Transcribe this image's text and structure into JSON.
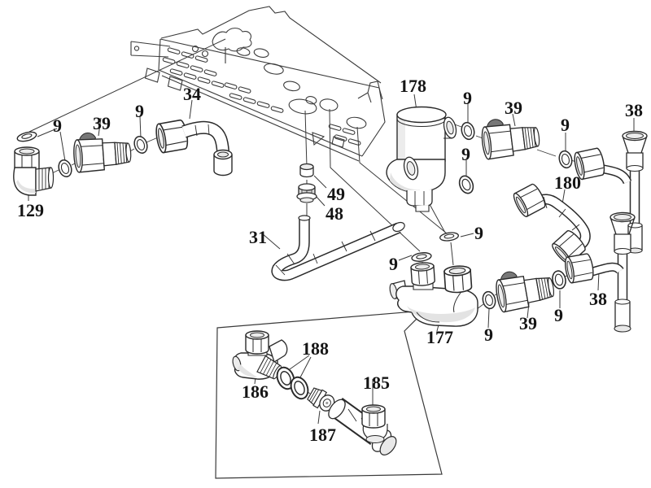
{
  "diagram": {
    "type": "exploded-parts-diagram",
    "colors": {
      "line": "#2a2a2a",
      "shade_light": "#ececec",
      "shade_mid": "#dcdcdc",
      "label": "#151515",
      "background": "#ffffff"
    },
    "labels": [
      {
        "id": "9a",
        "text": "9"
      },
      {
        "id": "39a",
        "text": "39"
      },
      {
        "id": "9b",
        "text": "9"
      },
      {
        "id": "34",
        "text": "34"
      },
      {
        "id": "129",
        "text": "129"
      },
      {
        "id": "49",
        "text": "49"
      },
      {
        "id": "48",
        "text": "48"
      },
      {
        "id": "31",
        "text": "31"
      },
      {
        "id": "178",
        "text": "178"
      },
      {
        "id": "9c",
        "text": "9"
      },
      {
        "id": "39b",
        "text": "39"
      },
      {
        "id": "9d",
        "text": "9"
      },
      {
        "id": "38a",
        "text": "38"
      },
      {
        "id": "9e",
        "text": "9"
      },
      {
        "id": "180",
        "text": "180"
      },
      {
        "id": "9f",
        "text": "9"
      },
      {
        "id": "9g",
        "text": "9"
      },
      {
        "id": "177",
        "text": "177"
      },
      {
        "id": "9h",
        "text": "9"
      },
      {
        "id": "39c",
        "text": "39"
      },
      {
        "id": "9i",
        "text": "9"
      },
      {
        "id": "38b",
        "text": "38"
      },
      {
        "id": "186",
        "text": "186"
      },
      {
        "id": "188",
        "text": "188"
      },
      {
        "id": "187",
        "text": "187"
      },
      {
        "id": "185",
        "text": "185"
      }
    ]
  }
}
